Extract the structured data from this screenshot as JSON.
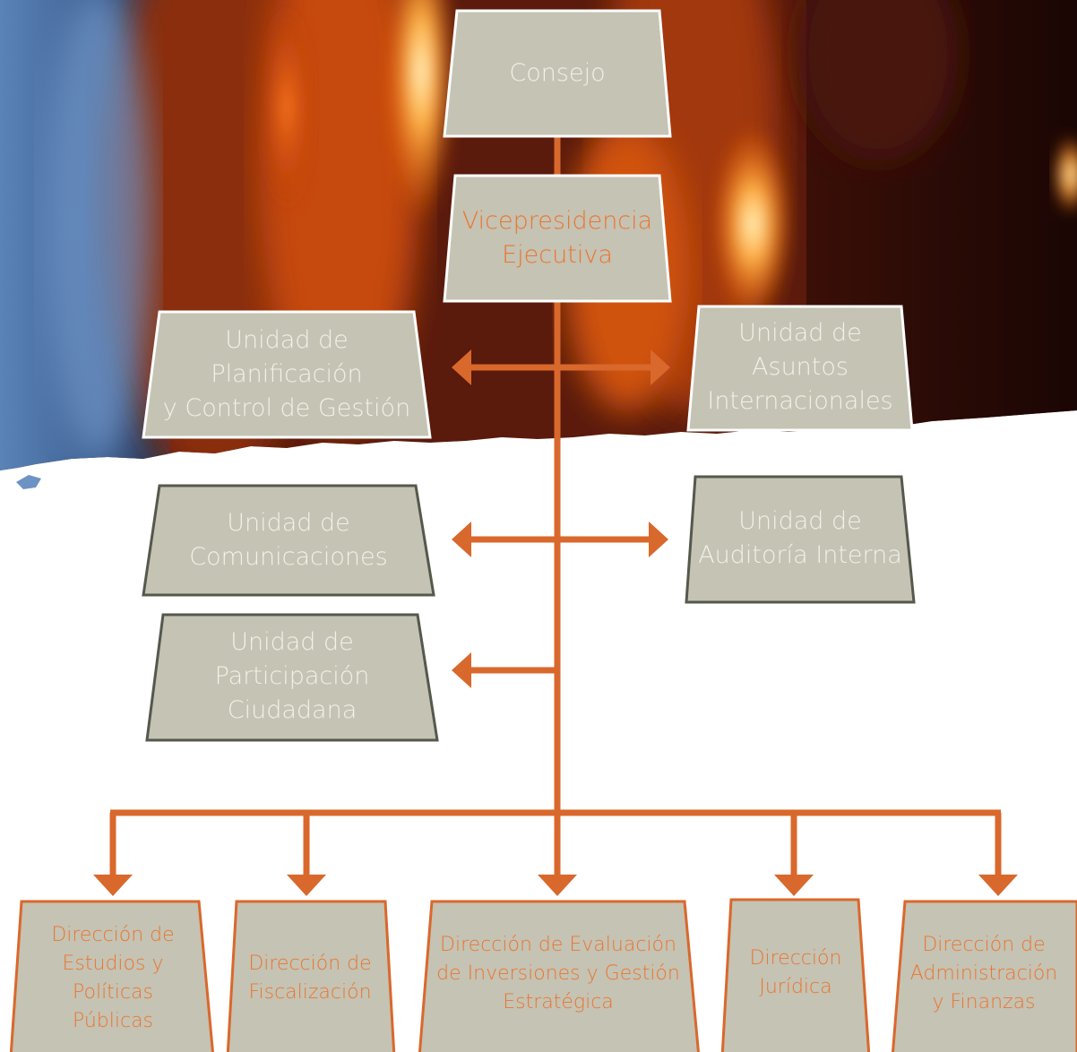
{
  "colors": {
    "box_fill": "#c5c3b3",
    "box_border_light": "#ffffff",
    "box_border_dark": "#55584c",
    "connector": "#d9682c",
    "grey_text": "#f2f1ea",
    "orange_text": "#ea7530"
  },
  "nodes": {
    "consejo": {
      "lines": [
        "Consejo"
      ]
    },
    "vicepresidencia": {
      "lines": [
        "Vicepresidencia",
        "Ejecutiva"
      ]
    },
    "planificacion": {
      "lines": [
        "Unidad de",
        "Planificación",
        "y Control de Gestión"
      ]
    },
    "asuntos": {
      "lines": [
        "Unidad de",
        "Asuntos",
        "Internacionales"
      ]
    },
    "comunicaciones": {
      "lines": [
        "Unidad de",
        "Comunicaciones"
      ]
    },
    "auditoria": {
      "lines": [
        "Unidad de",
        "Auditoría Interna"
      ]
    },
    "participacion": {
      "lines": [
        "Unidad de",
        "Participación",
        "Ciudadana"
      ]
    },
    "estudios": {
      "lines": [
        "Dirección de",
        "Estudios y",
        "Políticas",
        "Públicas"
      ]
    },
    "fiscalizacion": {
      "lines": [
        "Dirección de",
        "Fiscalización"
      ]
    },
    "evaluacion": {
      "lines": [
        "Dirección de Evaluación",
        "de Inversiones y Gestión",
        "Estratégica"
      ]
    },
    "juridica": {
      "lines": [
        "Dirección",
        "Jurídica"
      ]
    },
    "administracion": {
      "lines": [
        "Dirección de",
        "Administración",
        "y Finanzas"
      ]
    }
  }
}
